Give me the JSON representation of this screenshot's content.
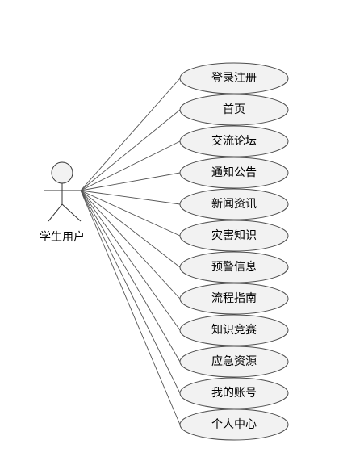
{
  "actor": {
    "label": "学生用户"
  },
  "use_cases": [
    {
      "label": "登录注册"
    },
    {
      "label": "首页"
    },
    {
      "label": "交流论坛"
    },
    {
      "label": "通知公告"
    },
    {
      "label": "新闻资讯"
    },
    {
      "label": "灾害知识"
    },
    {
      "label": "预警信息"
    },
    {
      "label": "流程指南"
    },
    {
      "label": "知识竞赛"
    },
    {
      "label": "应急资源"
    },
    {
      "label": "我的账号"
    },
    {
      "label": "个人中心"
    }
  ]
}
